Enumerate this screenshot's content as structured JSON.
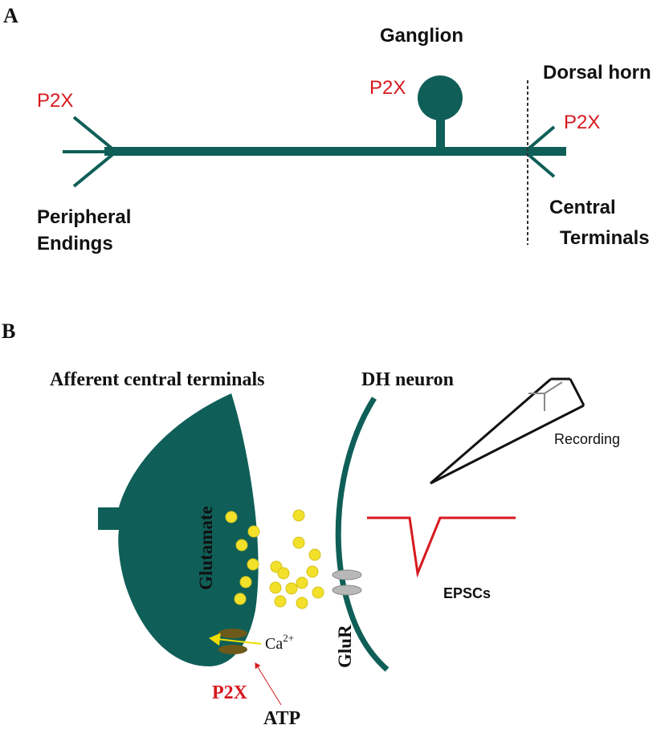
{
  "colors": {
    "neuron": "#0f5f58",
    "red": "#d7191f",
    "black": "#111111",
    "glutamate": "#f2e02a",
    "receptor": "#b8b8b8",
    "p2x_receptor": "#6d5a1a",
    "yellow_arrow": "#f0dc00"
  },
  "panel_a": {
    "letter": "A",
    "ganglion": "Ganglion",
    "dorsal_horn": "Dorsal horn",
    "p2x_peripheral": "P2X",
    "p2x_ganglion": "P2X",
    "p2x_central": "P2X",
    "peripheral_line1": "Peripheral",
    "peripheral_line2": "Endings",
    "central_line1": "Central",
    "central_line2": "Terminals"
  },
  "panel_b": {
    "letter": "B",
    "afferent": "Afferent central terminals",
    "dh_neuron": "DH neuron",
    "recording": "Recording",
    "glutamate": "Glutamate",
    "glur": "GluR",
    "epscs": "EPSCs",
    "ca_base": "Ca",
    "ca_sup": "2+",
    "p2x": "P2X",
    "atp": "ATP"
  }
}
